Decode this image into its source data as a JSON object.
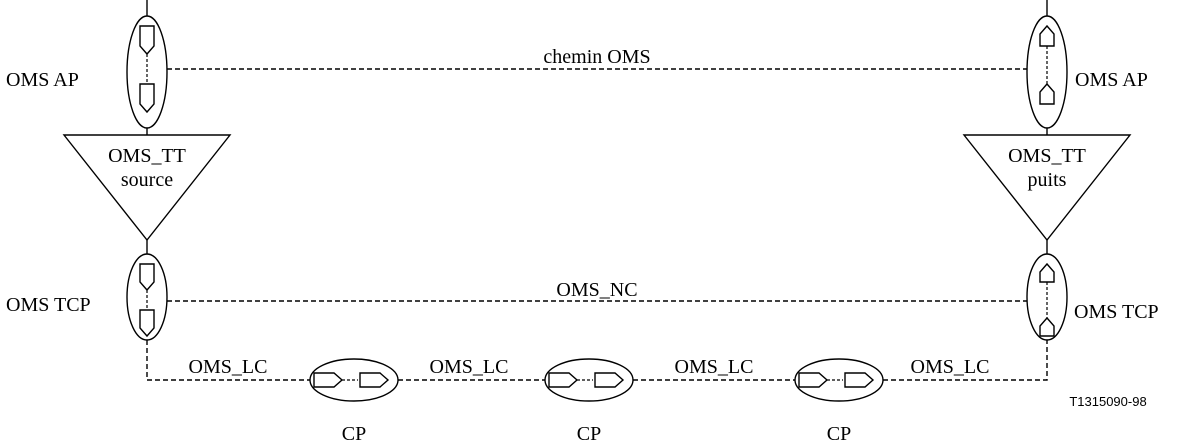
{
  "left_top_ap_label": "OMS AP",
  "right_top_ap_label": "OMS AP",
  "trail_label": "chemin OMS",
  "left_tt_name": "OMS_TT",
  "left_tt_type": "source",
  "right_tt_name": "OMS_TT",
  "right_tt_type": "puits",
  "left_tcp_label": "OMS TCP",
  "right_tcp_label": "OMS TCP",
  "nc_label": "OMS_NC",
  "lc_labels": [
    "OMS_LC",
    "OMS_LC",
    "OMS_LC",
    "OMS_LC"
  ],
  "cp_labels": [
    "CP",
    "CP",
    "CP"
  ],
  "figure_id": "T1315090-98"
}
